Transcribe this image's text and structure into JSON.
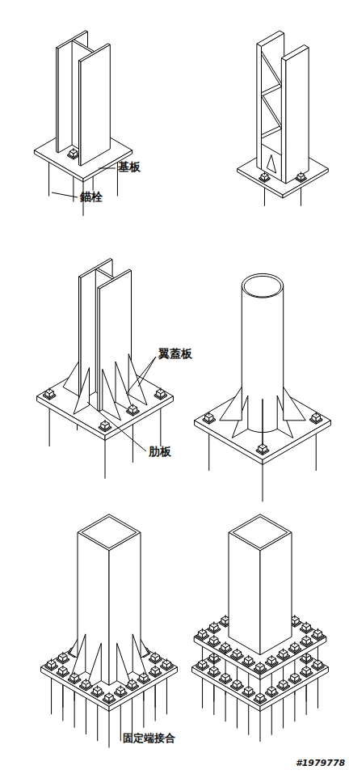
{
  "diagram": {
    "caption": "固定端接合",
    "labels": [
      "基板",
      "錨栓",
      "翼蓋板",
      "肋板",
      "#1979778"
    ]
  }
}
